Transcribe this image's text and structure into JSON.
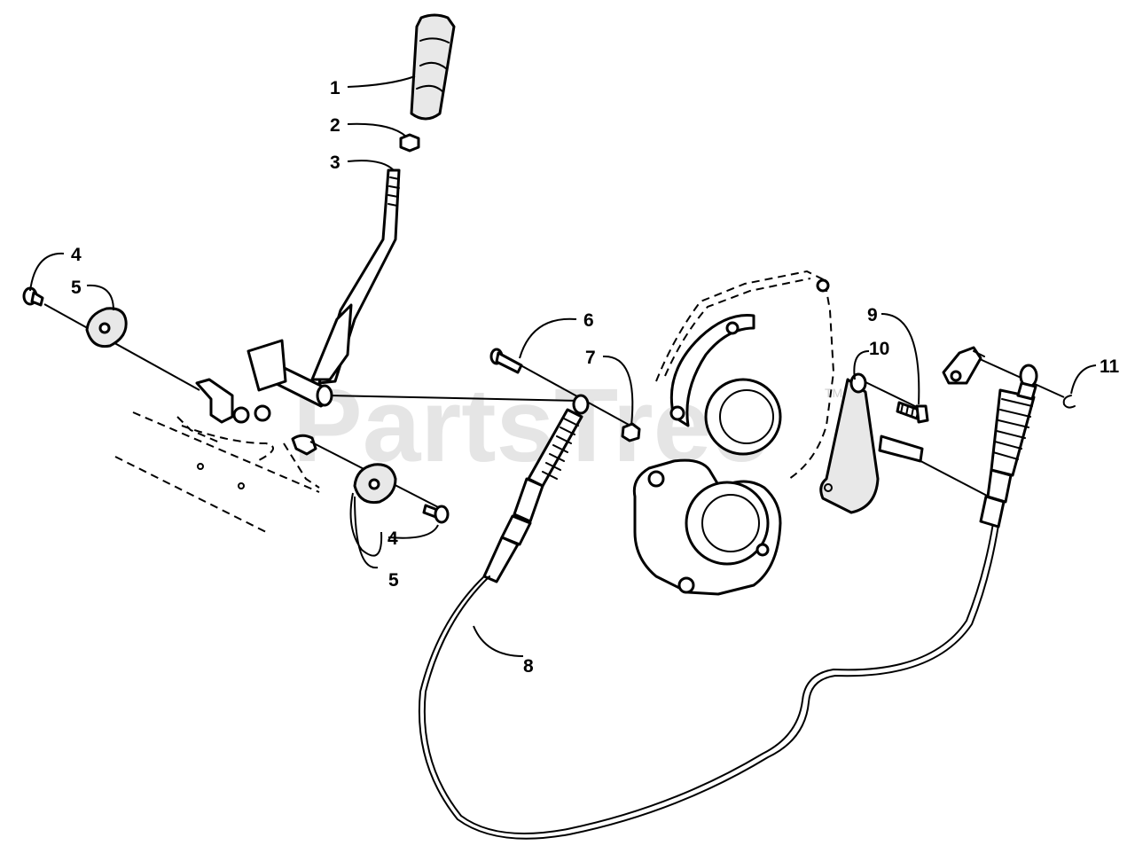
{
  "watermark": {
    "text": "PartsTree",
    "trademark": "TM"
  },
  "callouts": {
    "c1": "1",
    "c2": "2",
    "c3": "3",
    "c4a": "4",
    "c5a": "5",
    "c4b": "4",
    "c5b": "5",
    "c6": "6",
    "c7": "7",
    "c8": "8",
    "c9": "9",
    "c10": "10",
    "c11": "11"
  }
}
